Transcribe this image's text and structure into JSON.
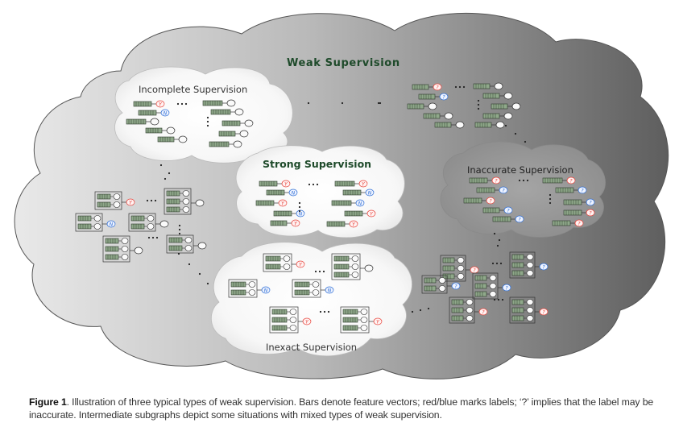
{
  "title": "Weak Supervision",
  "regions": {
    "incomplete": "Incomplete  Supervision",
    "strong": "Strong Supervision",
    "inaccurate": "Inaccurate   Supervision",
    "inexact": "Inexact Supervision"
  },
  "marks": {
    "yes": "Y",
    "no": "N",
    "uncertain": "?"
  },
  "caption": {
    "label": "Figure 1",
    "text": ". Illustration of three typical types of weak supervision. Bars denote feature vectors; red/blue marks labels; ‘?’ implies that the label may be inaccurate. Intermediate subgraphs depict some situations with mixed types of weak supervision."
  },
  "colors": {
    "label_yes": "#e8453c",
    "label_no": "#2f6fd6",
    "bar_fill": "#8fa88a",
    "bar_stroke": "#2c3a2a",
    "title_text": "#1e4a2a"
  }
}
